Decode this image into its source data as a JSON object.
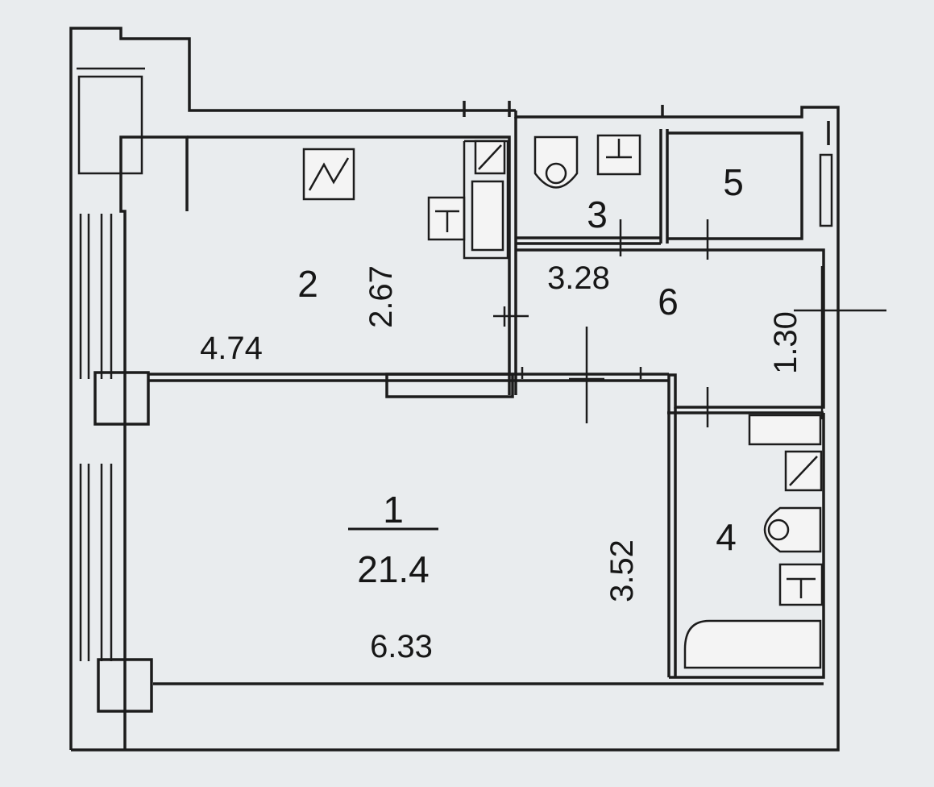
{
  "rooms": [
    {
      "number": "1",
      "area": "21.4",
      "length": "6.33",
      "width": "3.52"
    },
    {
      "number": "2",
      "length": "4.74",
      "width": "2.67"
    },
    {
      "number": "3"
    },
    {
      "number": "4"
    },
    {
      "number": "5"
    },
    {
      "number": "6",
      "length": "3.28",
      "width": "1.30"
    }
  ],
  "colors": {
    "background": "#e9ecee",
    "line": "#1c1c1c",
    "fixture": "#f4f4f4"
  },
  "icons": [
    "electrical-panel-icon",
    "toilet-icon",
    "sink-icon",
    "bathtub-icon",
    "washer-icon",
    "shower-corner-icon"
  ]
}
